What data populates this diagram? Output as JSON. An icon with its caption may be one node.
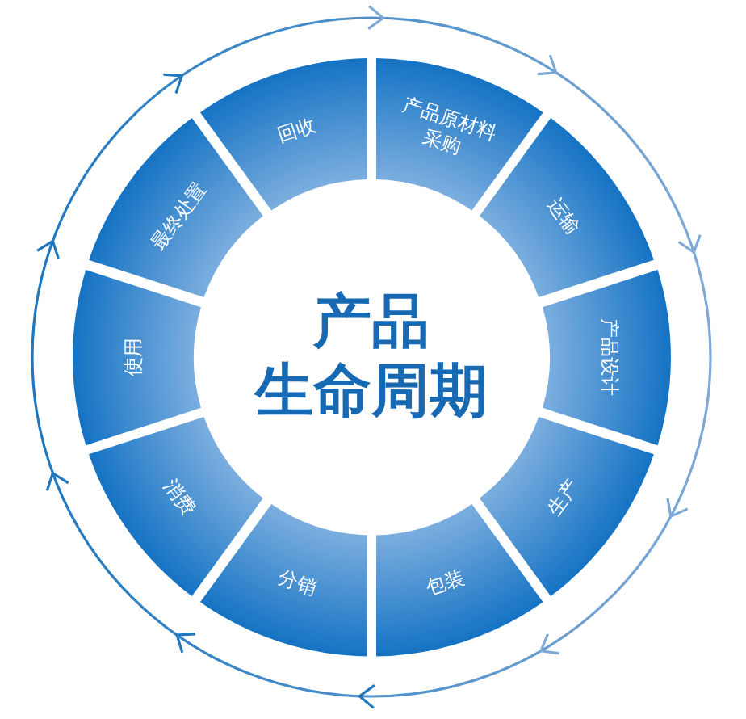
{
  "diagram": {
    "nodes": [
      {
        "text": [
          "产品生命周期"
        ]
      },
      {
        "text": [
          "产品原材料采购"
        ]
      },
      {
        "text": [
          "运输"
        ]
      },
      {
        "text": [
          "产品设计"
        ]
      },
      {
        "text": [
          "生产"
        ]
      },
      {
        "text": [
          "包装"
        ]
      },
      {
        "text": [
          "分销"
        ]
      },
      {
        "text": [
          "消费"
        ]
      },
      {
        "text": [
          "使用"
        ]
      },
      {
        "text": [
          "最终处置"
        ]
      },
      {
        "text": [
          "回收"
        ]
      }
    ]
  }
}
